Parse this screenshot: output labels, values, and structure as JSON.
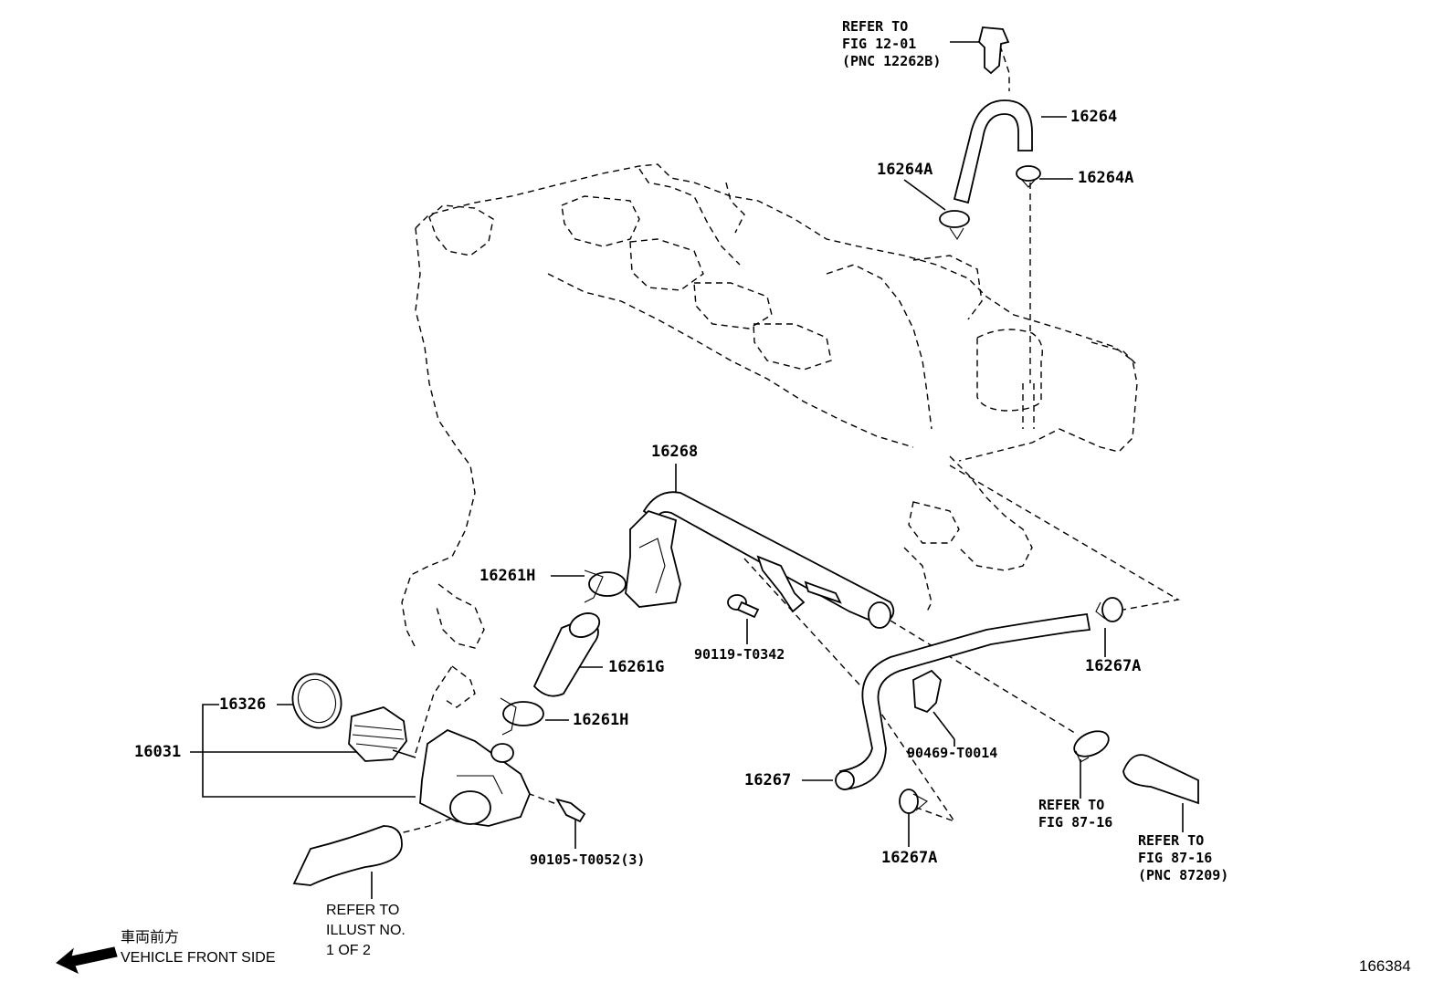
{
  "refer_fig_12_01": {
    "line1": "REFER TO",
    "line2": "FIG 12-01",
    "line3": "(PNC 12262B)"
  },
  "parts": {
    "p16264": "16264",
    "p16264A_left": "16264A",
    "p16264A_right": "16264A",
    "p16268": "16268",
    "p16261H_top": "16261H",
    "p16261G": "16261G",
    "p16261H_bottom": "16261H",
    "p16326": "16326",
    "p16031": "16031",
    "p90119": "90119-T0342",
    "p90469": "90469-T0014",
    "p16267A_right": "16267A",
    "p16267": "16267",
    "p16267A_bottom": "16267A",
    "p90105": "90105-T0052(3)"
  },
  "refer_fig_87_16_a": {
    "line1": "REFER TO",
    "line2": "FIG 87-16"
  },
  "refer_fig_87_16_b": {
    "line1": "REFER TO",
    "line2": "FIG 87-16",
    "line3": "(PNC 87209)"
  },
  "refer_illust": {
    "line1": "REFER TO",
    "line2": "ILLUST NO.",
    "line3": "1 OF 2"
  },
  "vehicle_front": {
    "jp": "車両前方",
    "en": "VEHICLE FRONT SIDE"
  },
  "figure_number": "166384"
}
